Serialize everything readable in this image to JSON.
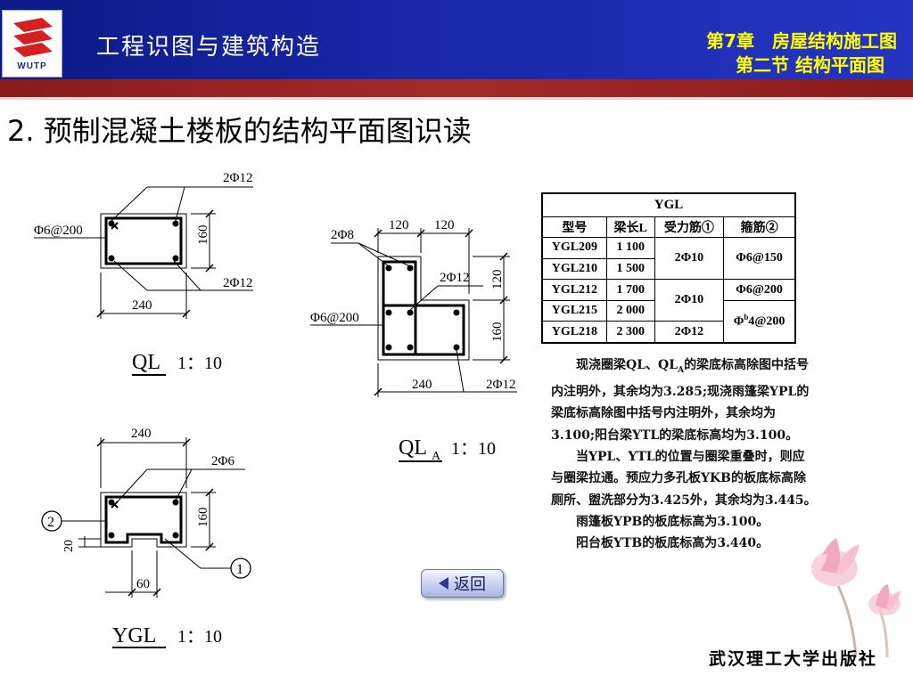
{
  "header": {
    "logo_text": "WUTP",
    "course_title": "工程识图与建筑构造",
    "chapter": "第7章　房屋结构施工图",
    "section": "第二节  结构平面图"
  },
  "slide_title": "2. 预制混凝土楼板的结构平面图识读",
  "drawings": {
    "ql": {
      "rebar_top": "2Φ12",
      "stirrup": "Φ6@200",
      "height": "160",
      "rebar_bottom": "2Φ12",
      "width": "240",
      "label": "QL",
      "scale": "1：10"
    },
    "qla": {
      "rebar_left": "2Φ8",
      "dim_120_a": "120",
      "dim_120_b": "120",
      "rebar_mid": "2Φ12",
      "dim_120_side": "120",
      "stirrup": "Φ6@200",
      "height": "160",
      "width": "240",
      "rebar_bottom": "2Φ12",
      "label": "QL",
      "label_sub": "A",
      "scale": "1：10"
    },
    "ygl": {
      "width": "240",
      "rebar": "2Φ6",
      "height": "160",
      "dim_20": "20",
      "dim_60": "60",
      "marker_2": "2",
      "marker_1": "1",
      "label": "YGL",
      "scale": "1：10"
    }
  },
  "table": {
    "caption": "YGL",
    "headers": [
      "型号",
      "梁长L",
      "受力筋①",
      "箍筋②"
    ],
    "rows": [
      {
        "type": "YGL209",
        "length": "1 100"
      },
      {
        "type": "YGL210",
        "length": "1 500"
      },
      {
        "type": "YGL212",
        "length": "1 700"
      },
      {
        "type": "YGL215",
        "length": "2 000"
      },
      {
        "type": "YGL218",
        "length": "2 300"
      }
    ],
    "main_rebar": [
      "2Φ10",
      "2Φ10",
      "2Φ12"
    ],
    "stirrups": [
      "Φ6@150",
      "Φ6@200",
      "4@200"
    ],
    "stirrup_superscript": "b"
  },
  "notes": [
    "现浇圈梁QL、QL",
    "的梁底标高除图中括号内注明外，其余均为3.285;现浇雨篷梁YPL的梁底标高除图中括号内注明外，其余均为3.100;阳台梁YTL的梁底标高均为3.100。",
    "当YPL、YTL的位置与圈梁重叠时，则应与圈梁拉通。预应力多孔板YKB的板底标高除厕所、盥洗部分为3.425外，其余均为3.445。",
    "雨篷板YPB的板底标高为3.100。",
    "阳台板YTB的板底标高为3.440。"
  ],
  "notes_sub": "A",
  "back_button": "返回",
  "publisher": "武汉理工大学出版社"
}
